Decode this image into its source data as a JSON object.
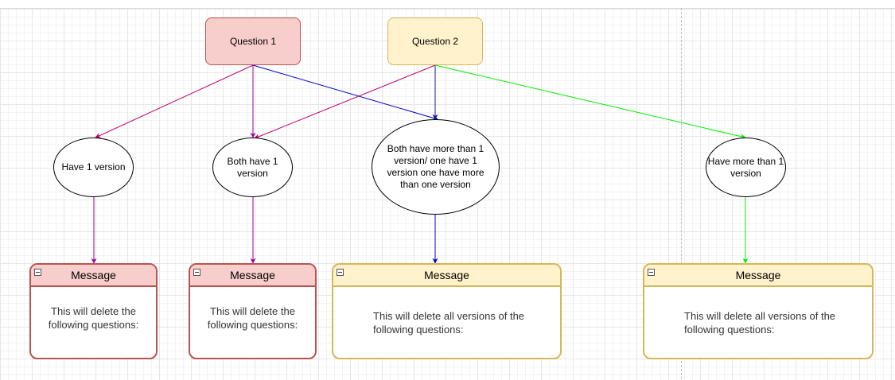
{
  "nodes": {
    "question1": {
      "label": "Question 1",
      "fill": "#f8cecc",
      "stroke": "#b85450"
    },
    "question2": {
      "label": "Question 2",
      "fill": "#fff2cc",
      "stroke": "#d6b656"
    },
    "have_1_version": {
      "label": "Have 1 version"
    },
    "both_have_1_version": {
      "label": "Both have 1 version"
    },
    "both_have_more": {
      "label": "Both have more than 1 version/ one have 1 version one have more than one version"
    },
    "have_more_than_1": {
      "label": "Have more than 1 version"
    }
  },
  "messages": [
    {
      "title": "Message",
      "body": "This will delete the following questions:"
    },
    {
      "title": "Message",
      "body": "This will delete the following questions:"
    },
    {
      "title": "Message",
      "body": "This will delete all versions of the following questions:"
    },
    {
      "title": "Message",
      "body": "This will delete all versions of the following questions:"
    }
  ],
  "edge_colors": {
    "crimson": "#c0006a",
    "purple": "#990099",
    "blue": "#0000cc",
    "green": "#00ee00"
  }
}
